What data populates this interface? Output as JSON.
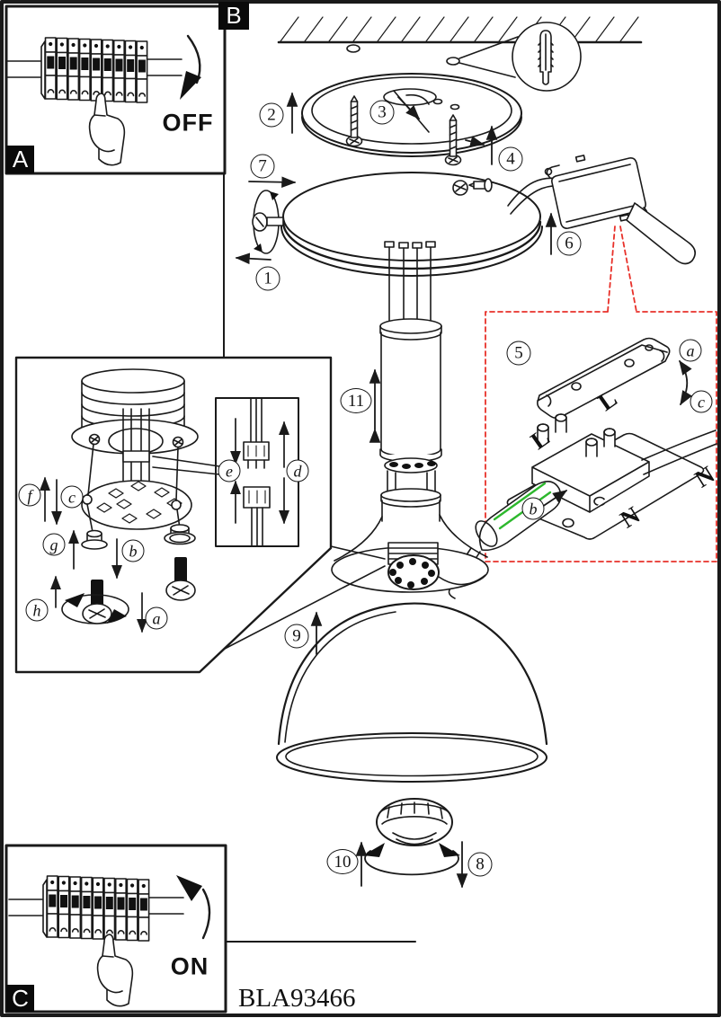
{
  "document": {
    "model_number": "BLA93466"
  },
  "panels": {
    "a": {
      "label": "A",
      "action": "OFF"
    },
    "b": {
      "label": "B"
    },
    "c": {
      "label": "C",
      "action": "ON"
    }
  },
  "steps": {
    "s1": "1",
    "s2": "2",
    "s3": "3",
    "s4": "4",
    "s5": "5",
    "s6": "6",
    "s7": "7",
    "s8": "8",
    "s9": "9",
    "s10": "10",
    "s11": "11"
  },
  "parts": {
    "a": "a",
    "b": "b",
    "c": "c",
    "d": "d",
    "e": "e",
    "f": "f",
    "g": "g",
    "h": "h"
  },
  "wiring": {
    "a": "a",
    "b": "b",
    "c": "c",
    "live_1": "L",
    "live_2": "L",
    "neutral_1": "N",
    "neutral_2": "N"
  },
  "colors": {
    "line": "#1a1a1a",
    "callout_red": "#e8312a",
    "earth_green": "#2db82d"
  }
}
